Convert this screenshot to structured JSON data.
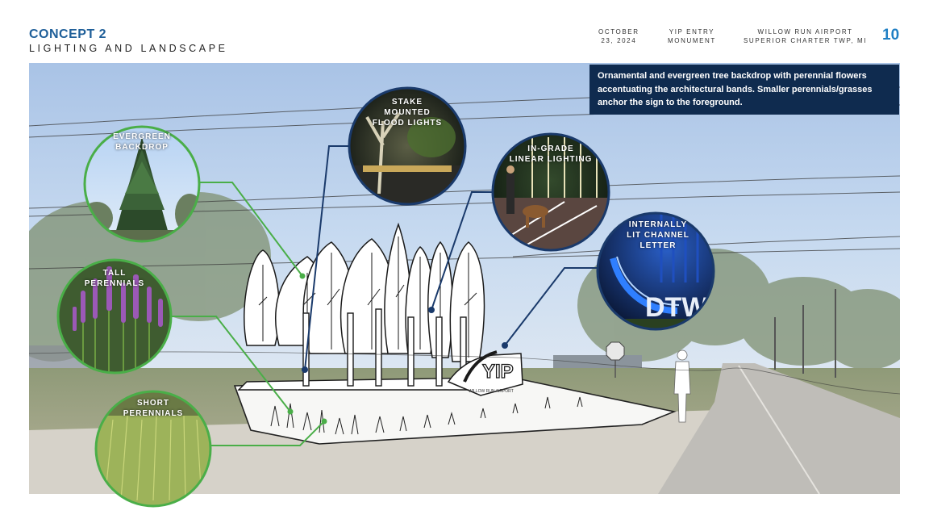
{
  "header": {
    "title": "CONCEPT 2",
    "subtitle": "LIGHTING AND LANDSCAPE",
    "date_line1": "OCTOBER",
    "date_line2": "23, 2024",
    "project_line1": "YIP ENTRY",
    "project_line2": "MONUMENT",
    "client_line1": "WILLOW RUN AIRPORT",
    "client_line2": "SUPERIOR CHARTER TWP, MI",
    "page_number": "10"
  },
  "callout": {
    "text": "Ornamental and evergreen tree backdrop with perennial flowers accentuating the architectural bands. Smaller perennials/grasses anchor the sign to the foreground."
  },
  "landscape_labels": {
    "evergreen": {
      "line1": "EVERGREEN",
      "line2": "BACKDROP"
    },
    "tall": {
      "line1": "TALL",
      "line2": "PERENNIALS"
    },
    "short": {
      "line1": "SHORT",
      "line2": "PERENNIALS"
    }
  },
  "lighting_labels": {
    "stake": {
      "line1": "STAKE",
      "line2": "MOUNTED",
      "line3": "FLOOD LIGHTS"
    },
    "ingrade": {
      "line1": "IN-GRADE",
      "line2": "LINEAR LIGHTING"
    },
    "channel": {
      "line1": "INTERNALLY",
      "line2": "LIT CHANNEL",
      "line3": "LETTER"
    }
  },
  "sign": {
    "logo_text": "YIP",
    "tagline": "WILLOW RUN AIRPORT",
    "dtw_text": "DTW"
  },
  "colors": {
    "title_blue": "#1f5f99",
    "page_number_blue": "#1f7fc4",
    "callout_navy": "#0f2b4f",
    "landscape_green": "#4aae48",
    "lighting_navy": "#1a3a6b"
  }
}
